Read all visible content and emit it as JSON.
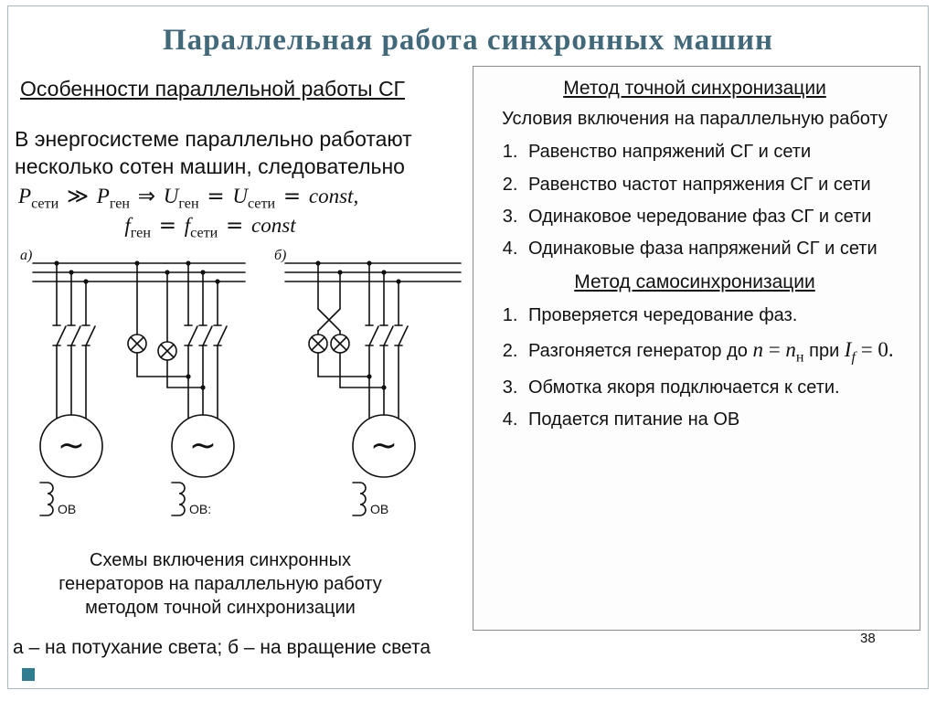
{
  "colors": {
    "title": "#41697a",
    "accent_square": "#2e7d91"
  },
  "page": {
    "number": "38"
  },
  "title": "Параллельная работа синхронных машин",
  "left": {
    "heading": "Особенности параллельной работы СГ",
    "para": "В энергосистеме параллельно работают несколько сотен машин, следовательно",
    "formula1": {
      "v1": "P",
      "s1": "сети",
      "op1": "≫",
      "v2": "P",
      "s2": "ген",
      "op2": "⇒",
      "v3": "U",
      "s3": "ген",
      "op3": "=",
      "v4": "U",
      "s4": "сети",
      "op4": "=",
      "const": "const,"
    },
    "formula2": {
      "v1": "f",
      "s1": "ген",
      "op1": "=",
      "v2": "f",
      "s2": "сети",
      "op2": "=",
      "const": "const"
    },
    "caption": "Схемы включения синхронных генераторов на параллельную работу методом точной синхронизации",
    "footnote": "а – на потухание света; б – на вращение света"
  },
  "diagram": {
    "label_a": "а)",
    "label_b": "б)",
    "gen_symbol": "~",
    "ov_labels": [
      "ОВ",
      "ОВ:",
      "ОВ"
    ]
  },
  "right": {
    "heading1": "Метод точной синхронизации",
    "subheading": "Условия включения на параллельную работу",
    "list1": [
      "Равенство напряжений СГ и сети",
      "Равенство частот напряжения СГ и сети",
      "Одинаковое чередование фаз СГ и сети",
      "Одинаковые фаза напряжений СГ и сети"
    ],
    "heading2": "Метод самосинхронизации",
    "list2_item1": "Проверяется чередование фаз.",
    "list2_item2": {
      "t1": "Разгоняется генератор до",
      "v1": "n",
      "eq1": "=",
      "v2": "n",
      "s2": "н",
      "t2": "при",
      "v3": "I",
      "s3": "f",
      "eq2": "= 0."
    },
    "list2_item3": "Обмотка якоря подключается к сети.",
    "list2_item4": "Подается питание на ОВ"
  }
}
